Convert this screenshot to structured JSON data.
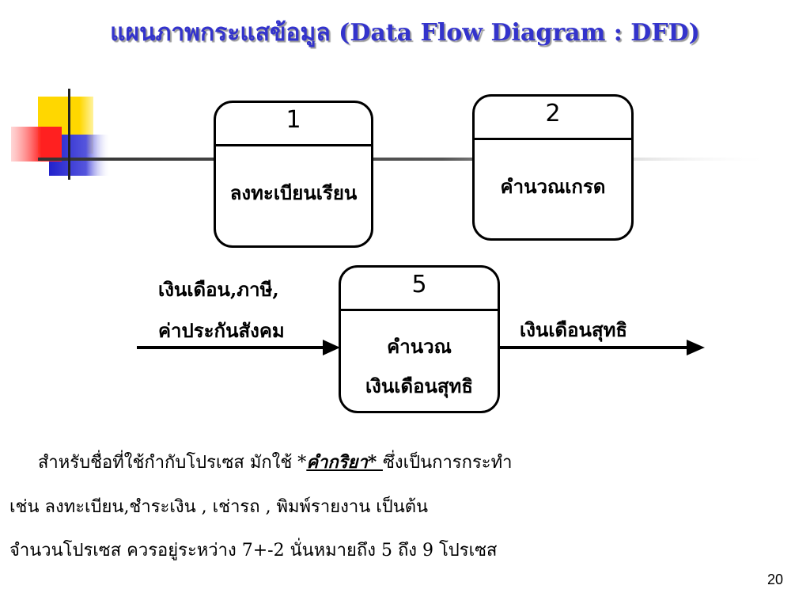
{
  "title": "แผนภาพกระแสข้อมูล (Data Flow Diagram : DFD)",
  "processes": [
    {
      "number": "1",
      "name": "ลงทะเบียนเรียน"
    },
    {
      "number": "2",
      "name": "คำนวณเกรด"
    },
    {
      "number": "5",
      "name_line1": "คำนวณ",
      "name_line2": "เงินเดือนสุทธิ"
    }
  ],
  "flows": {
    "input_line1": "เงินเดือน,ภาษี,",
    "input_line2": "ค่าประกันสังคม",
    "output": "เงินเดือนสุทธิ"
  },
  "body": {
    "line1_before": "สำหรับชื่อที่ใช้กำกับโปรเซส มักใช้ *",
    "line1_keyword": "คำกริยา* ",
    "line1_after": "ซึ่งเป็นการกระทำ",
    "line2": "เช่น ลงทะเบียน,ชำระเงิน , เช่ารถ , พิมพ์รายงาน เป็นต้น",
    "line3": "จำนวนโปรเซส ควรอยู่ระหว่าง 7+-2 นั่นหมายถึง 5 ถึง 9 โปรเซส"
  },
  "page_number": "20",
  "colors": {
    "title": "#3333cc",
    "accent_yellow": "#ffd700",
    "accent_red": "#ff3333",
    "accent_blue": "#3333cc"
  }
}
